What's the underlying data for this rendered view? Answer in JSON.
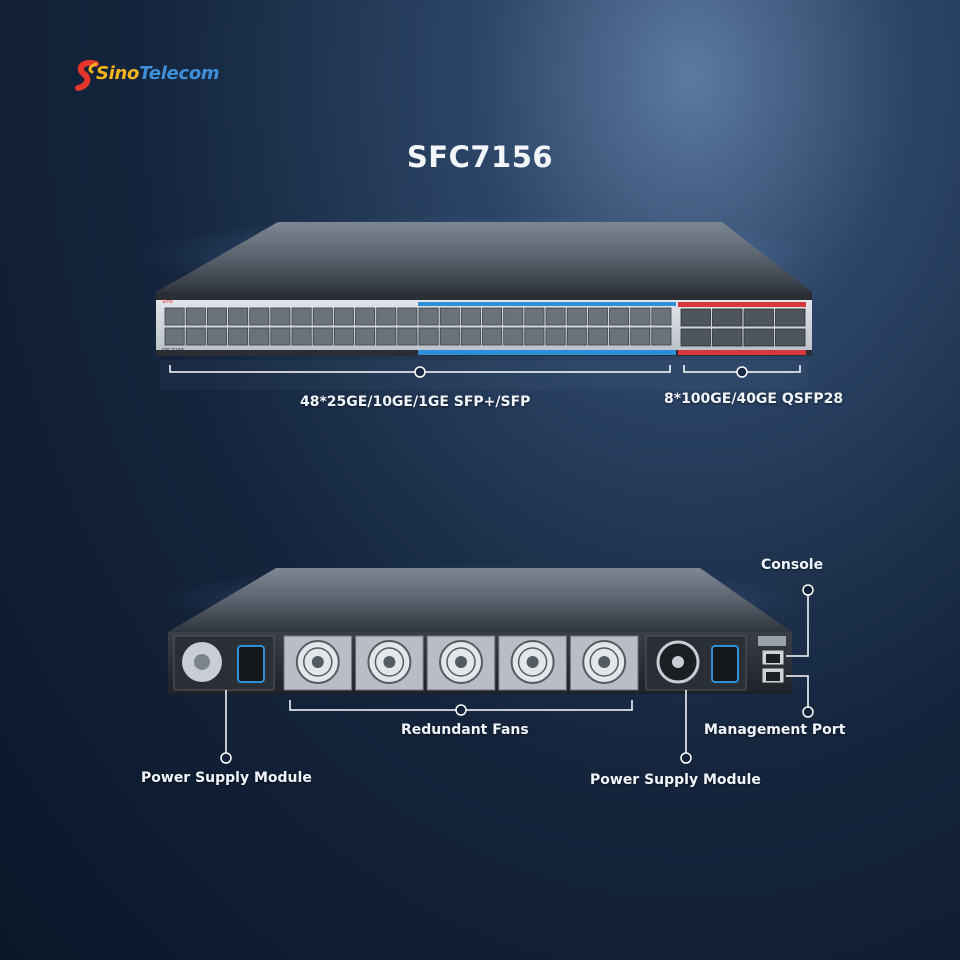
{
  "brand": {
    "name_part1": "Sino",
    "name_part2": "Telecom",
    "logo_colors": [
      "#e3352b",
      "#f4b41a",
      "#3f8fd8"
    ]
  },
  "title": "SFC7156",
  "front_panel": {
    "chassis_label": "SFC7156",
    "sfp_port_count": 48,
    "qsfp_port_count": 8,
    "callouts": {
      "sfp_ports": "48*25GE/10GE/1GE SFP+/SFP",
      "qsfp_ports": "8*100GE/40GE QSFP28"
    },
    "colors": {
      "sfp_band": "#2f8fd6",
      "qsfp_band": "#d6383c"
    }
  },
  "rear_panel": {
    "fan_count": 5,
    "callouts": {
      "console": "Console",
      "management": "Management Port",
      "fans": "Redundant Fans",
      "psu_left": "Power Supply Module",
      "psu_right": "Power Supply Module"
    },
    "icons": [
      "fan-icon",
      "power-supply-icon",
      "rj45-port-icon"
    ]
  }
}
